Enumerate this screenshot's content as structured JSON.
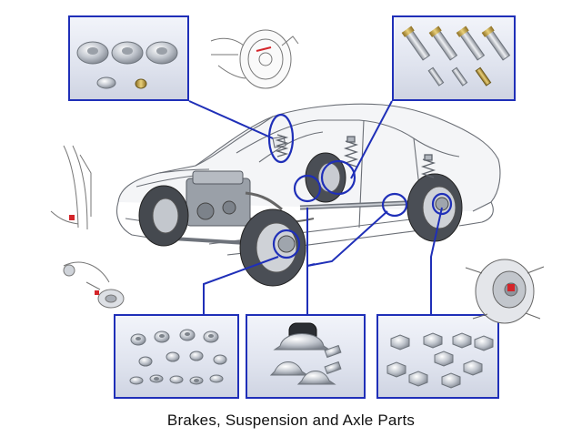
{
  "caption": "Brakes, Suspension and Axle Parts",
  "colors": {
    "callout_blue": "#1f2fb8",
    "panel_light": "#f2f4fa",
    "panel_dark": "#cfd4e2",
    "metal": "#b9bec6",
    "brass": "#c9a646",
    "highlight_red": "#d4252a"
  },
  "icons": [
    "car-line-drawing",
    "brake-drum-assembly",
    "strut-tower",
    "suspension-arm",
    "hub-knuckle",
    "hardware-parts"
  ]
}
